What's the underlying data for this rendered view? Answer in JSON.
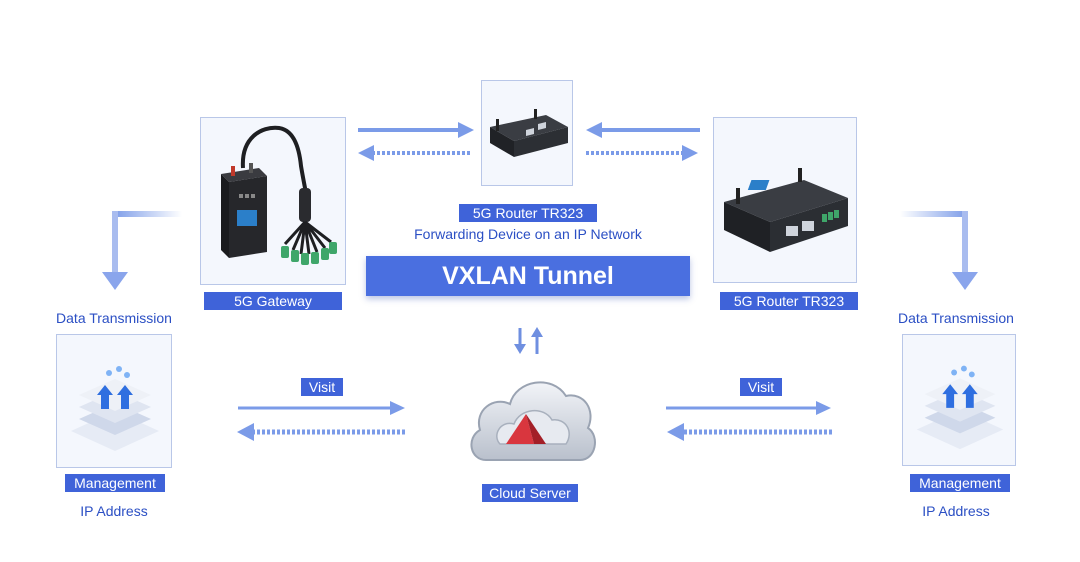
{
  "diagram": {
    "tunnel_label": "VXLAN Tunnel",
    "forwarding_router": {
      "label": "5G Router TR323",
      "caption": "Forwarding Device on an IP Network"
    },
    "left_device": {
      "label": "5G Gateway"
    },
    "right_device": {
      "label": "5G Router TR323"
    },
    "cloud": {
      "label": "Cloud Server"
    },
    "left_client": {
      "transmission_label": "Data Transmission",
      "tag": "Management",
      "caption": "IP Address",
      "visit_label": "Visit"
    },
    "right_client": {
      "transmission_label": "Data Transmission",
      "tag": "Management",
      "caption": "IP Address",
      "visit_label": "Visit"
    }
  },
  "colors": {
    "accent": "#3f63d9",
    "arrow": "#7b9be8",
    "text_blue": "#2b4fc4",
    "box_border": "#b9c7e8"
  }
}
